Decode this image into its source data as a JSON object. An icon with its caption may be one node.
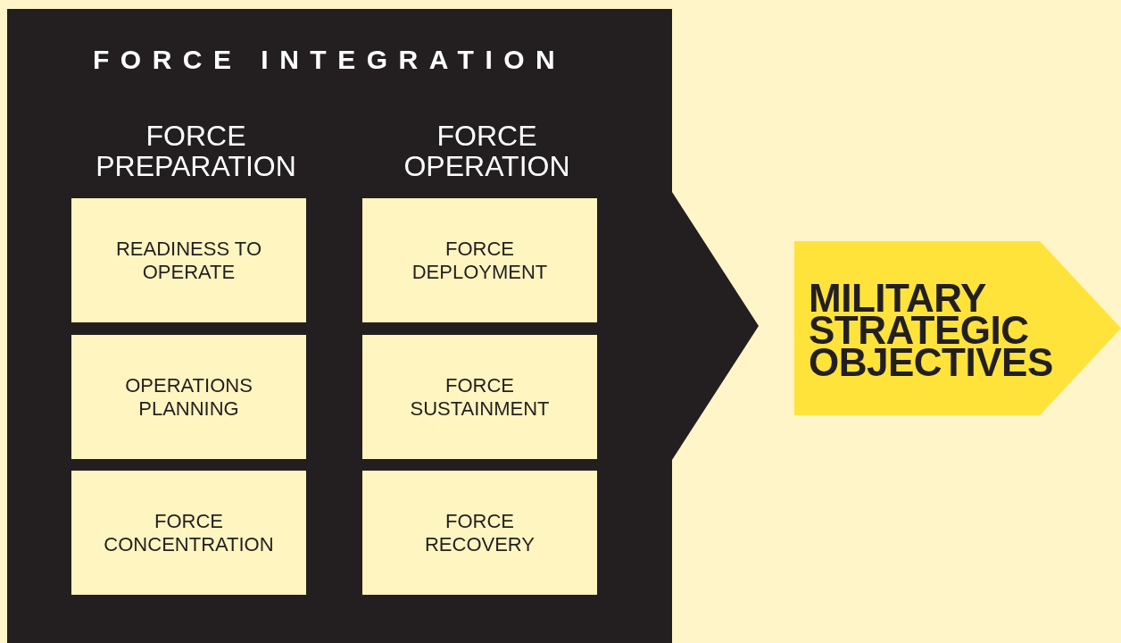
{
  "diagram": {
    "nodes": [
      {
        "text": [
          "FORCE INTEGRATION"
        ]
      },
      {
        "text": [
          "READINESS TO OPERATE"
        ],
        "in": 0
      },
      {
        "text": [
          "FORCE DEPLOYMENT"
        ],
        "in": 0
      },
      {
        "text": [
          "OPERATIONS PLANNING"
        ],
        "in": 0
      },
      {
        "text": [
          "FORCE SUSTAINMENT"
        ],
        "in": 0
      },
      {
        "text": [
          "FORCE CONCENTRATION"
        ],
        "in": 0
      },
      {
        "text": [
          "FORCE RECOVERY"
        ],
        "in": 0
      },
      {
        "text": [
          "MILITARY STRATEGIC OBJECTIVES"
        ]
      }
    ],
    "edges": [],
    "labels": [
      "FORCE PREPARATION",
      "FORCE OPERATION"
    ]
  }
}
